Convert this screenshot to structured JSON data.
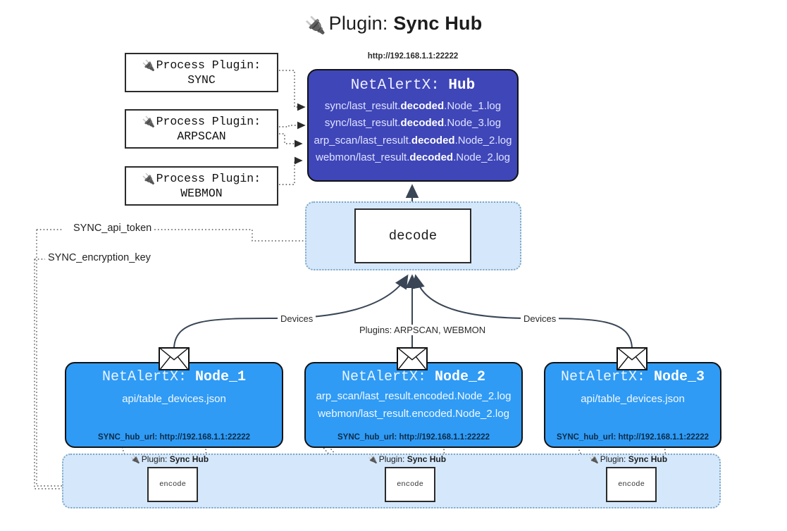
{
  "title": {
    "icon": "plug-icon",
    "prefix": "Plugin: ",
    "name": "Sync Hub"
  },
  "process_plugins": [
    {
      "label": "Process Plugin:",
      "name": "SYNC",
      "icon": "plug-icon"
    },
    {
      "label": "Process Plugin:",
      "name": "ARPSCAN",
      "icon": "plug-icon"
    },
    {
      "label": "Process Plugin:",
      "name": "WEBMON",
      "icon": "plug-icon"
    }
  ],
  "hub": {
    "url": "http://192.168.1.1:22222",
    "prefix": "NetAlertX: ",
    "name": "Hub",
    "logs": [
      {
        "pre": "sync/last_result.",
        "mid": "decoded",
        "post": ".Node_1.log"
      },
      {
        "pre": "sync/last_result.",
        "mid": "decoded",
        "post": ".Node_3.log"
      },
      {
        "pre": "arp_scan/last_result.",
        "mid": "decoded",
        "post": ".Node_2.log"
      },
      {
        "pre": "webmon/last_result.",
        "mid": "decoded",
        "post": ".Node_2.log"
      }
    ]
  },
  "decode": {
    "label": "decode"
  },
  "keys": [
    {
      "label": "SYNC_api_token"
    },
    {
      "label": "SYNC_encryption_key"
    }
  ],
  "edge_labels": {
    "devices_left": "Devices",
    "devices_right": "Devices",
    "plugins_center": "Plugins: ARPSCAN, WEBMON"
  },
  "nodes": [
    {
      "prefix": "NetAlertX: ",
      "name": "Node_1",
      "lines": [
        "api/table_devices.json"
      ],
      "hub_url_label": "SYNC_hub_url: http://192.168.1.1:22222",
      "envelope_icon": "envelope-icon"
    },
    {
      "prefix": "NetAlertX: ",
      "name": "Node_2",
      "lines": [
        "arp_scan/last_result.encoded.Node_2.log",
        "webmon/last_result.encoded.Node_2.log"
      ],
      "hub_url_label": "SYNC_hub_url: http://192.168.1.1:22222",
      "envelope_icon": "envelope-icon"
    },
    {
      "prefix": "NetAlertX: ",
      "name": "Node_3",
      "lines": [
        "api/table_devices.json"
      ],
      "hub_url_label": "SYNC_hub_url: http://192.168.1.1:22222",
      "envelope_icon": "envelope-icon"
    }
  ],
  "encoders": [
    {
      "plugin_prefix": "Plugin: ",
      "plugin_name": "Sync Hub",
      "label": "encode",
      "icon": "plug-icon"
    },
    {
      "plugin_prefix": "Plugin: ",
      "plugin_name": "Sync Hub",
      "label": "encode",
      "icon": "plug-icon"
    },
    {
      "plugin_prefix": "Plugin: ",
      "plugin_name": "Sync Hub",
      "label": "encode",
      "icon": "plug-icon"
    }
  ],
  "colors": {
    "hub_fill": "#3f46b8",
    "node_fill": "#2f9bf5",
    "panel_fill": "#d5e8fb",
    "panel_border": "#7ea6c4",
    "stroke": "#2b2b2b"
  }
}
